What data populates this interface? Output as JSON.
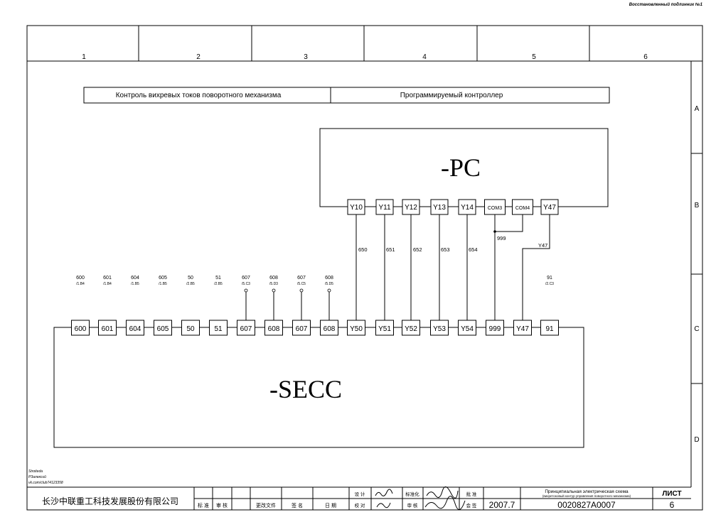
{
  "header_note": "Восстановленный подлинник №1",
  "columns": [
    "1",
    "2",
    "3",
    "4",
    "5",
    "6"
  ],
  "rows": [
    "A",
    "B",
    "C",
    "D"
  ],
  "title_bar": {
    "left": "Контроль вихревых токов поворотного механизма",
    "right": "Программируемый контроллер"
  },
  "pc": {
    "name": "-PC",
    "terminals": [
      "Y10",
      "Y11",
      "Y12",
      "Y13",
      "Y14",
      "COM3",
      "COM4",
      "Y47"
    ]
  },
  "wires": {
    "numbers": [
      "650",
      "651",
      "652",
      "653",
      "654"
    ],
    "com_label": "999",
    "y47_label": "Y47"
  },
  "secc": {
    "name": "-SECC",
    "terminals": [
      "600",
      "601",
      "604",
      "605",
      "50",
      "51",
      "607",
      "608",
      "607",
      "608",
      "Y50",
      "Y51",
      "Y52",
      "Y53",
      "Y54",
      "999",
      "Y47",
      "91"
    ],
    "refs": [
      {
        "label": "600",
        "ref": "/1.B4"
      },
      {
        "label": "601",
        "ref": "/1.B4"
      },
      {
        "label": "604",
        "ref": "/1.B5"
      },
      {
        "label": "605",
        "ref": "/1.B5"
      },
      {
        "label": "50",
        "ref": "/2.B5"
      },
      {
        "label": "51",
        "ref": "/2.B5"
      },
      {
        "label": "607",
        "ref": "/5.C3"
      },
      {
        "label": "608",
        "ref": "/5.D3"
      },
      {
        "label": "607",
        "ref": "/5.C5"
      },
      {
        "label": "608",
        "ref": "/5.D5"
      },
      {
        "label": "91",
        "ref": "/2.C3"
      }
    ]
  },
  "title_block": {
    "company": "长沙中联重工科技发展股份有限公司",
    "sig_labels": [
      "标 准",
      "审 核",
      "更改文件",
      "签 名",
      "日 期"
    ],
    "role_labels": [
      "设 计",
      "校 对",
      "标准化",
      "审 核",
      "批 准",
      "会 签"
    ],
    "date": "2007.7",
    "doc_title": "Принципиальная электрическая схема",
    "doc_subtitle": "(вихретоковый контур управления поворотного механизма)",
    "doc_number": "0020827A0007",
    "sheet_label": "ЛИСТ",
    "sheet_number": "6"
  },
  "scribble_notes": [
    "Stroiteda",
    "P3aлекcий",
    "vk.com/club74123358"
  ]
}
